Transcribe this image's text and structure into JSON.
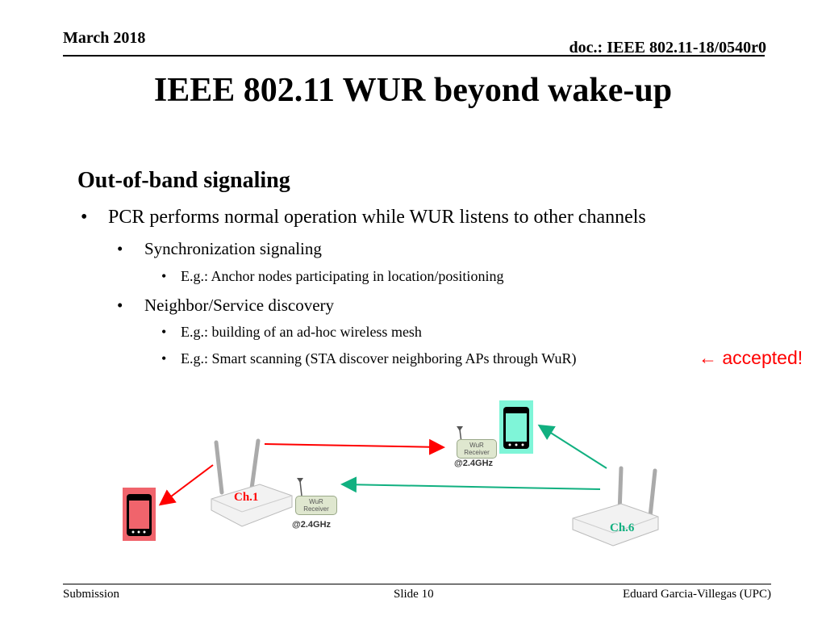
{
  "header": {
    "date": "March 2018",
    "doc": "doc.: IEEE 802.11-18/0540r0"
  },
  "title": "IEEE 802.11 WUR beyond wake-up",
  "section": "Out-of-band signaling",
  "bullets": {
    "b1": "PCR performs normal operation while WUR listens to other channels",
    "b1_1": "Synchronization signaling",
    "b1_1_1": "E.g.: Anchor nodes participating in location/positioning",
    "b1_2": "Neighbor/Service discovery",
    "b1_2_1": "E.g.: building of an ad-hoc wireless mesh",
    "b1_2_2": "E.g.: Smart scanning (STA discover neighboring APs through WuR)"
  },
  "annotation": "­← accepted!",
  "diagram": {
    "wur_label_line1": "WuR",
    "wur_label_line2": "Receiver",
    "freq": "@2.4GHz",
    "ch1": "Ch.1",
    "ch6": "Ch.6",
    "colors": {
      "red": "#ff0000",
      "green": "#11b080",
      "phone_red": "#f0646c",
      "phone_green": "#7ff5d8"
    }
  },
  "footer": {
    "left": "Submission",
    "center": "Slide 10",
    "right": "Eduard Garcia-Villegas (UPC)"
  }
}
